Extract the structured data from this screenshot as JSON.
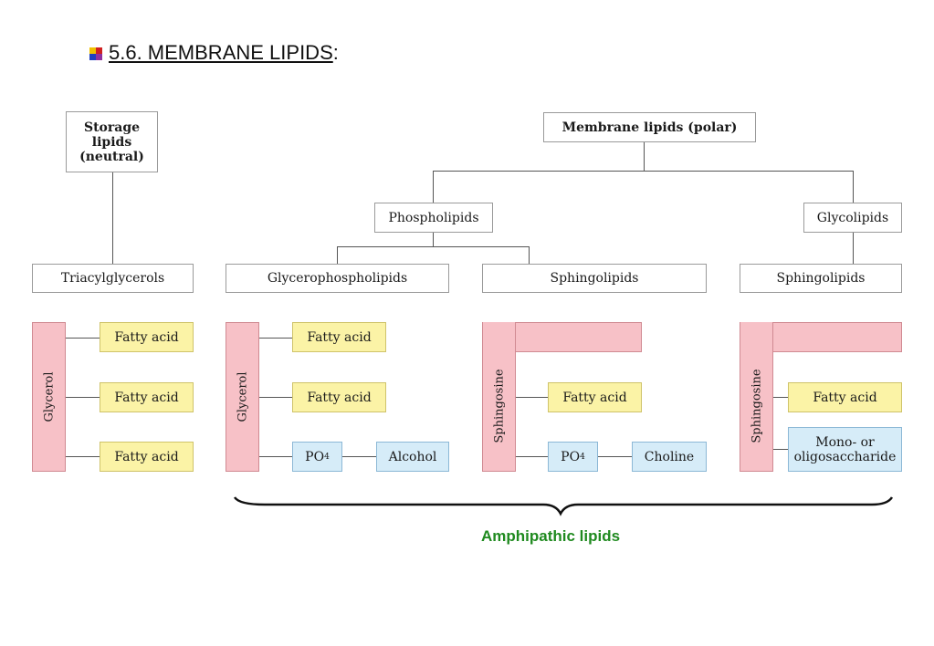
{
  "heading": {
    "text": "5.6. MEMBRANE LIPIDS",
    "colon": ":"
  },
  "tree": {
    "storage_lipids": "Storage lipids (neutral)",
    "membrane_lipids": "Membrane lipids (polar)",
    "phospholipids": "Phospholipids",
    "glycolipids": "Glycolipids",
    "triacylglycerols": "Triacylglycerols",
    "glycerophospholipids": "Glycerophospholipids",
    "sphingolipids_phospho": "Sphingolipids",
    "sphingolipids_glyco": "Sphingolipids"
  },
  "structures": {
    "triacylglycerol": {
      "backbone": "Glycerol",
      "parts": [
        "Fatty acid",
        "Fatty acid",
        "Fatty acid"
      ]
    },
    "glycerophospholipid": {
      "backbone": "Glycerol",
      "fatty_acids": [
        "Fatty acid",
        "Fatty acid"
      ],
      "phosphate": "PO",
      "phosphate_sub": "4",
      "head": "Alcohol"
    },
    "sphingophospholipid": {
      "backbone": "Sphingosine",
      "fatty_acid": "Fatty acid",
      "phosphate": "PO",
      "phosphate_sub": "4",
      "head": "Choline"
    },
    "sphingoglycolipid": {
      "backbone": "Sphingosine",
      "fatty_acid": "Fatty acid",
      "sugar_line1": "Mono- or",
      "sugar_line2": "oligosaccharide"
    }
  },
  "brace_label": "Amphipathic lipids"
}
